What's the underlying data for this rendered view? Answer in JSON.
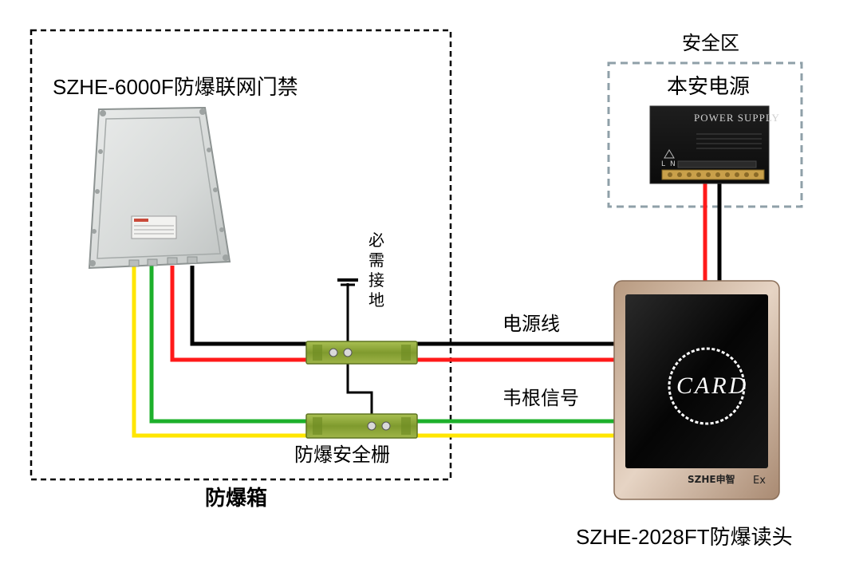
{
  "labels": {
    "controller_title": "SZHE-6000F防爆联网门禁",
    "explosion_box": "防爆箱",
    "safe_zone": "安全区",
    "power_supply_title": "本安电源",
    "power_line": "电源线",
    "wiegand_signal": "韦根信号",
    "barrier_label": "防爆安全栅",
    "grounding": [
      "必",
      "需",
      "接",
      "地"
    ],
    "reader_title": "SZHE-2028FT防爆读头"
  },
  "power_supply": {
    "name": "POWER SUPPLY",
    "terminal_markings": [
      "L",
      "N"
    ]
  },
  "reader": {
    "card_text": "CARD",
    "brand": "SZHE申智",
    "ex_mark": "Ex"
  },
  "colors": {
    "black_wire": "#000000",
    "red_wire": "#ff1a1a",
    "green_wire": "#1db02b",
    "yellow_wire": "#ffe600",
    "zone_border": "#8fa0a8",
    "barrier_green": "#8aa63a"
  }
}
